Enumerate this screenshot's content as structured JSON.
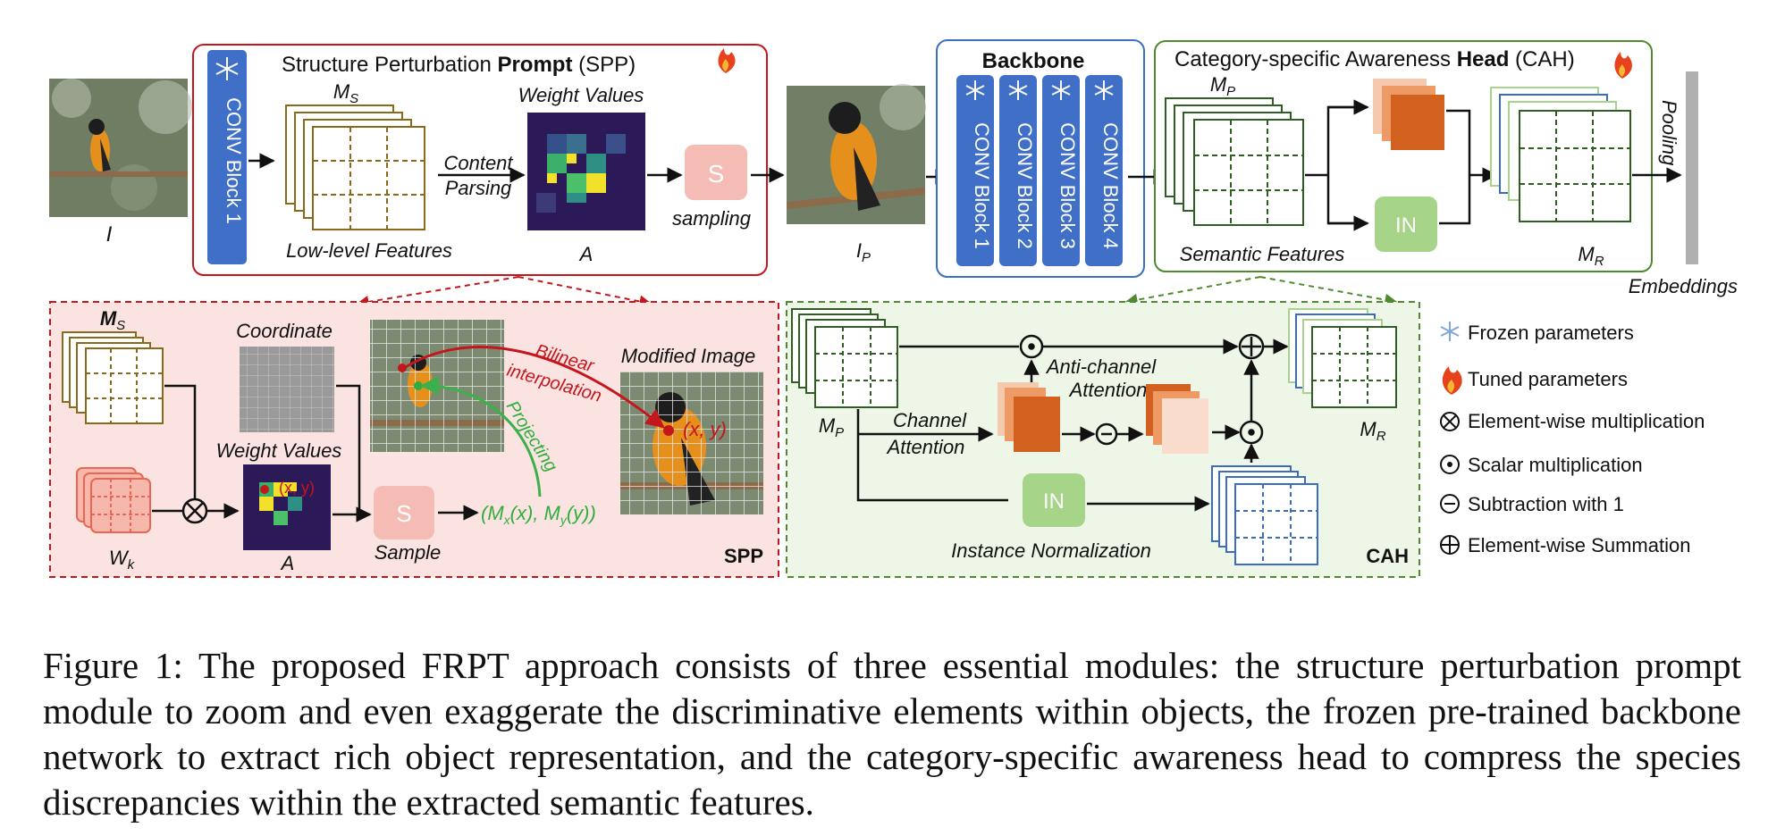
{
  "spp": {
    "title_pre": "Structure Perturbation ",
    "title_bold": "Prompt",
    "title_post": " (SPP)",
    "conv_block": "CONV Block 1",
    "ms_label": "M",
    "ms_sub": "S",
    "low_level": "Low-level Features",
    "content": "Content",
    "parsing": "Parsing",
    "weight_values": "Weight Values",
    "a_label": "A",
    "s_symbol": "S",
    "sampling": "sampling",
    "input_label": "I",
    "ip_label": "I",
    "ip_sub": "P"
  },
  "backbone": {
    "title": "Backbone",
    "blocks": [
      "CONV Block 1",
      "CONV Block 2",
      "CONV Block 3",
      "CONV Block 4"
    ]
  },
  "cah": {
    "title_pre": "Category-specific Awareness ",
    "title_bold": "Head",
    "title_post": " (CAH)",
    "mp_label": "M",
    "mp_sub": "P",
    "semantic": "Semantic Features",
    "in_label": "IN",
    "mr_label": "M",
    "mr_sub": "R",
    "pooling": "Pooling",
    "embeddings": "Embeddings"
  },
  "spp_detail": {
    "ms_label": "M",
    "ms_sub": "S",
    "coordinate": "Coordinate",
    "weight_values": "Weight Values",
    "wk_label": "W",
    "wk_sub": "k",
    "a_label": "A",
    "s_symbol": "S",
    "sample": "Sample",
    "mapping": "(M",
    "mapping_x": "x",
    "mapping_mid": "(x), M",
    "mapping_y": "y",
    "mapping_end": "(y))",
    "bilinear1": "Bilinear",
    "bilinear2": "interpolation",
    "projecting": "Projecting",
    "modified": "Modified Image",
    "xy": "(x, y)",
    "tag": "SPP"
  },
  "cah_detail": {
    "mp_label": "M",
    "mp_sub": "P",
    "anti1": "Anti-channel",
    "anti2": "Attention",
    "channel1": "Channel",
    "channel2": "Attention",
    "in_label": "IN",
    "instance_norm": "Instance Normalization",
    "mr_label": "M",
    "mr_sub": "R",
    "tag": "CAH"
  },
  "legend": {
    "frozen": "Frozen parameters",
    "tuned": "Tuned parameters",
    "elem_mult": "Element-wise multiplication",
    "scalar_mult": "Scalar multiplication",
    "subtract": "Subtraction with 1",
    "elem_sum": "Element-wise Summation"
  },
  "caption": "Figure 1: The proposed FRPT approach consists of three essential modules: the structure perturbation prompt module to zoom and even exaggerate the discriminative elements within objects, the frozen pre-trained backbone network to extract rich object representation, and the category-specific awareness head to compress the species discrepancies within the extracted semantic features.",
  "colors": {
    "spp_border": "#c4161c",
    "spp_fill": "#fbe3e1",
    "backbone_border": "#3a6fc4",
    "conv_block": "#3f6fc6",
    "cah_border": "#4f8a2e",
    "cah_fill": "#eef6e8",
    "in_box": "#a6d488",
    "sample_box": "#f4bcb4",
    "orange": "#d2601e",
    "feature_brown": "#8a6a1a",
    "feature_green": "#2e5e22",
    "feature_blue": "#3c6cc0"
  }
}
